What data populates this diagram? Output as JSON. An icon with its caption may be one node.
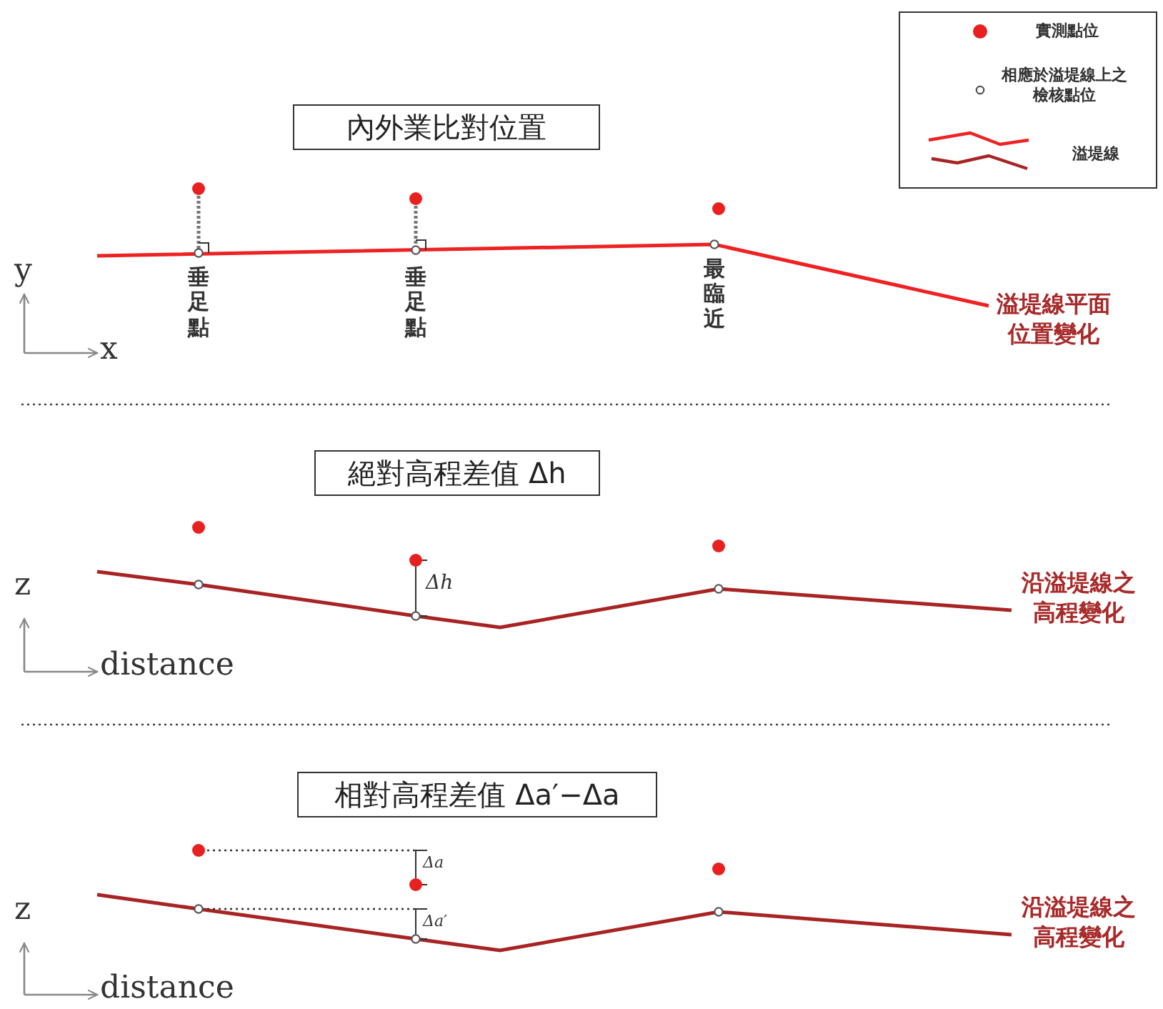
{
  "diagram": {
    "nodes": [
      {
        "text": [
          "內外業比對位置"
        ]
      },
      {
        "text": [
          "絕對高程差值 Δh"
        ]
      },
      {
        "text": [
          "相對高程差值 Δa′−Δa"
        ]
      }
    ],
    "labels": [
      "y",
      "x",
      "垂足點",
      "垂足點",
      "最臨近",
      "溢堤線平面位置變化",
      "z",
      "distance",
      "Δh",
      "沿溢堤線之高程變化",
      "z",
      "distance",
      "Δa",
      "Δa′",
      "沿溢堤線之高程變化"
    ],
    "legend": [
      {
        "text": "實測點位"
      },
      {
        "text": "相應於溢堤線上之檢核點位"
      },
      {
        "text": "溢堤線"
      }
    ]
  }
}
